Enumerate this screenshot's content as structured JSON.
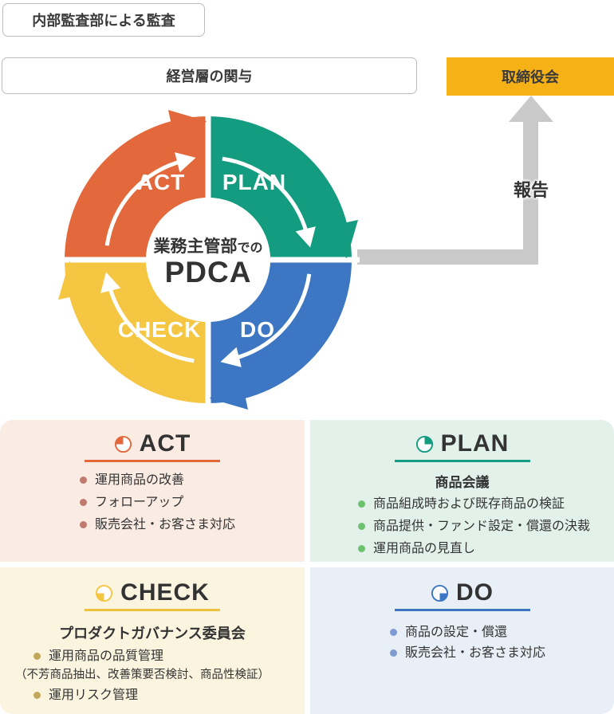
{
  "boxes": {
    "audit": "内部監査部による監査",
    "management": "経営層の関与",
    "board": "取締役会"
  },
  "connector": {
    "report": "報告"
  },
  "cycle": {
    "center_text": "業務主管部",
    "center_text_suffix": "での",
    "center_main": "PDCA",
    "act": "ACT",
    "plan": "PLAN",
    "do": "DO",
    "check": "CHECK"
  },
  "panels": {
    "act": {
      "title": "ACT",
      "items": [
        "運用商品の改善",
        "フォローアップ",
        "販売会社・お客さま対応"
      ]
    },
    "plan": {
      "title": "PLAN",
      "subtitle": "商品会議",
      "items": [
        "商品組成時および既存商品の検証",
        "商品提供・ファンド設定・償還の決裁",
        "運用商品の見直し"
      ]
    },
    "check": {
      "title": "CHECK",
      "subtitle": "プロダクトガバナンス委員会",
      "items": [
        "運用商品の品質管理",
        "運用リスク管理"
      ],
      "note": "（不芳商品抽出、改善策要否検討、商品性検証）"
    },
    "do": {
      "title": "DO",
      "items": [
        "商品の設定・償還",
        "販売会社・お客さま対応"
      ]
    }
  },
  "colors": {
    "act": "#E3683C",
    "plan": "#149C80",
    "do": "#3D76C2",
    "check": "#F5C642",
    "board_bg": "#F6B117",
    "connector_gray": "#C9C9C9",
    "panel_act_bg": "#FAEBE3",
    "panel_plan_bg": "#E3F1EB",
    "panel_check_bg": "#FBF4DF",
    "panel_do_bg": "#E9EFF7",
    "bullet_act": "#C17A6D",
    "bullet_plan": "#6EC16E",
    "bullet_check": "#C3A75B",
    "bullet_do": "#7E9CD2",
    "text": "#333333"
  }
}
